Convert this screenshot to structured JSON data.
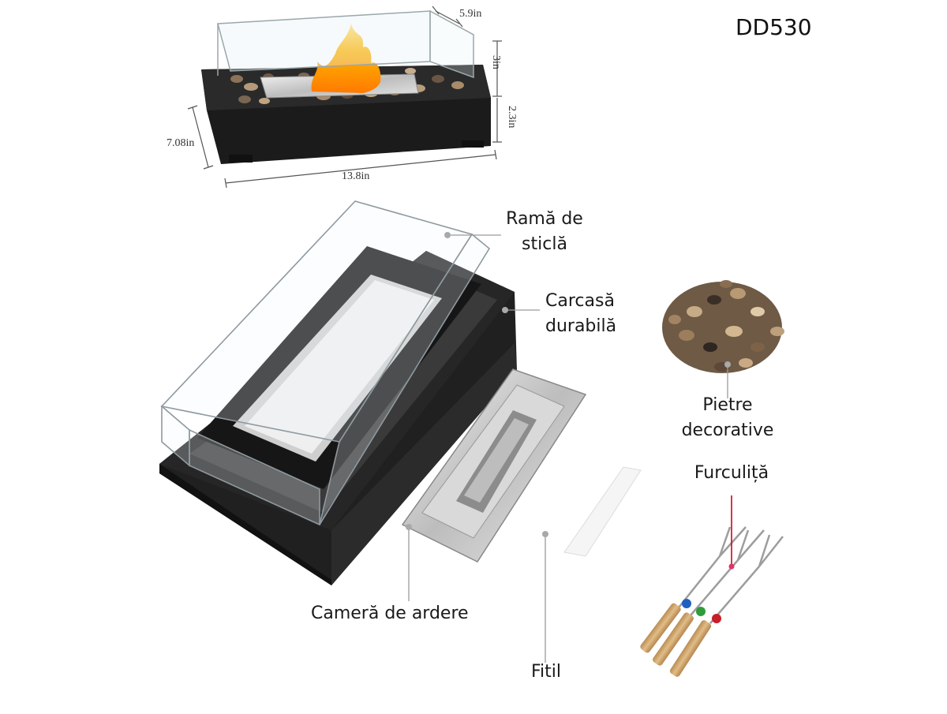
{
  "model": "DD530",
  "dimensions": {
    "depth_top": "5.9in",
    "glass_height": "3in",
    "base_height": "2.3in",
    "width": "7.08in",
    "length": "13.8in"
  },
  "labels": {
    "glass_frame_line1": "Ramă de",
    "glass_frame_line2": "sticlă",
    "housing_line1": "Carcasă",
    "housing_line2": "durabilă",
    "stones_line1": "Pietre",
    "stones_line2": "decorative",
    "fork": "Furculiță",
    "burner": "Cameră de ardere",
    "wick": "Fitil"
  },
  "colors": {
    "housing": "#1c1c1c",
    "steel": "#c8c8c8",
    "flame": "#f5a623",
    "leader": "#9a9a9a",
    "fork_leader": "#d0021b"
  }
}
